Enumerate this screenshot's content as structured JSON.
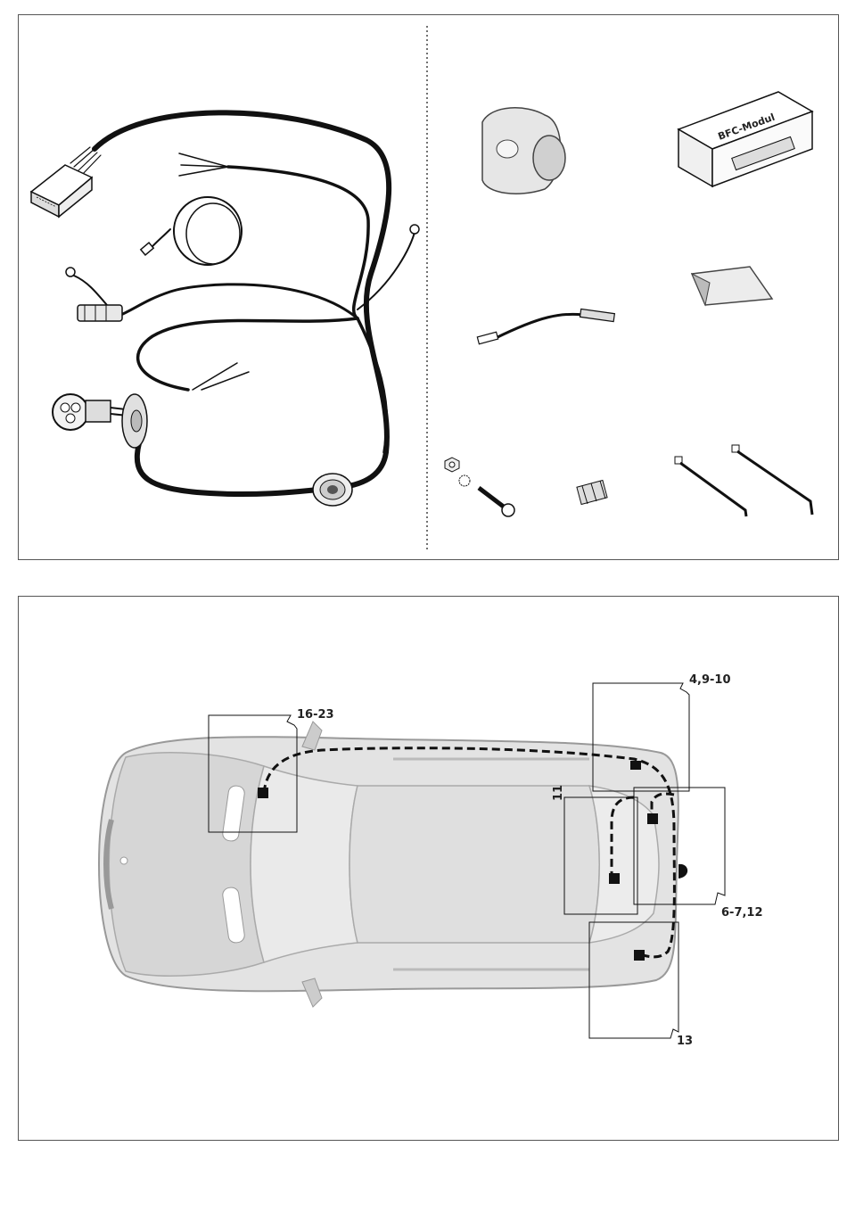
{
  "parts": {
    "module_label": "BFC-Modul"
  },
  "callouts": {
    "front": "16-23",
    "rear_top": "4,9-10",
    "rear_mid": "11",
    "rear_right": "6-7,12",
    "rear_bottom": "13"
  }
}
